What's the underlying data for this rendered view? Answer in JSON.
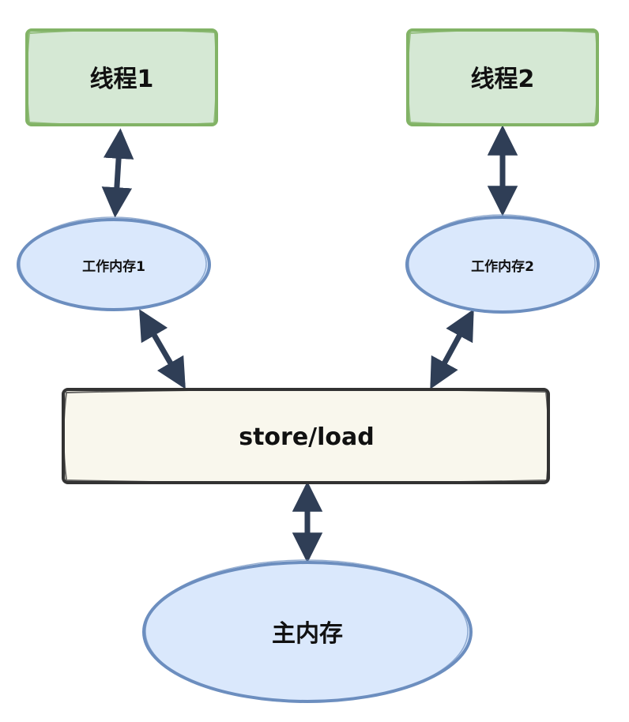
{
  "colors": {
    "thread_fill": "#d5e8d4",
    "thread_stroke": "#82b366",
    "memory_fill": "#dae8fc",
    "memory_stroke": "#6c8ebf",
    "buffer_fill": "#f9f7ed",
    "buffer_stroke": "#333333",
    "arrow": "#2f3e56"
  },
  "nodes": {
    "thread1": {
      "label": "线程1"
    },
    "thread2": {
      "label": "线程2"
    },
    "working_memory1": {
      "label": "工作内存1"
    },
    "working_memory2": {
      "label": "工作内存2"
    },
    "store_load": {
      "label": "store/load"
    },
    "main_memory": {
      "label": "主内存"
    }
  },
  "edges": [
    {
      "from": "thread1",
      "to": "working_memory1",
      "direction": "both"
    },
    {
      "from": "thread2",
      "to": "working_memory2",
      "direction": "both"
    },
    {
      "from": "working_memory1",
      "to": "store_load",
      "direction": "both"
    },
    {
      "from": "working_memory2",
      "to": "store_load",
      "direction": "both"
    },
    {
      "from": "store_load",
      "to": "main_memory",
      "direction": "both"
    }
  ]
}
